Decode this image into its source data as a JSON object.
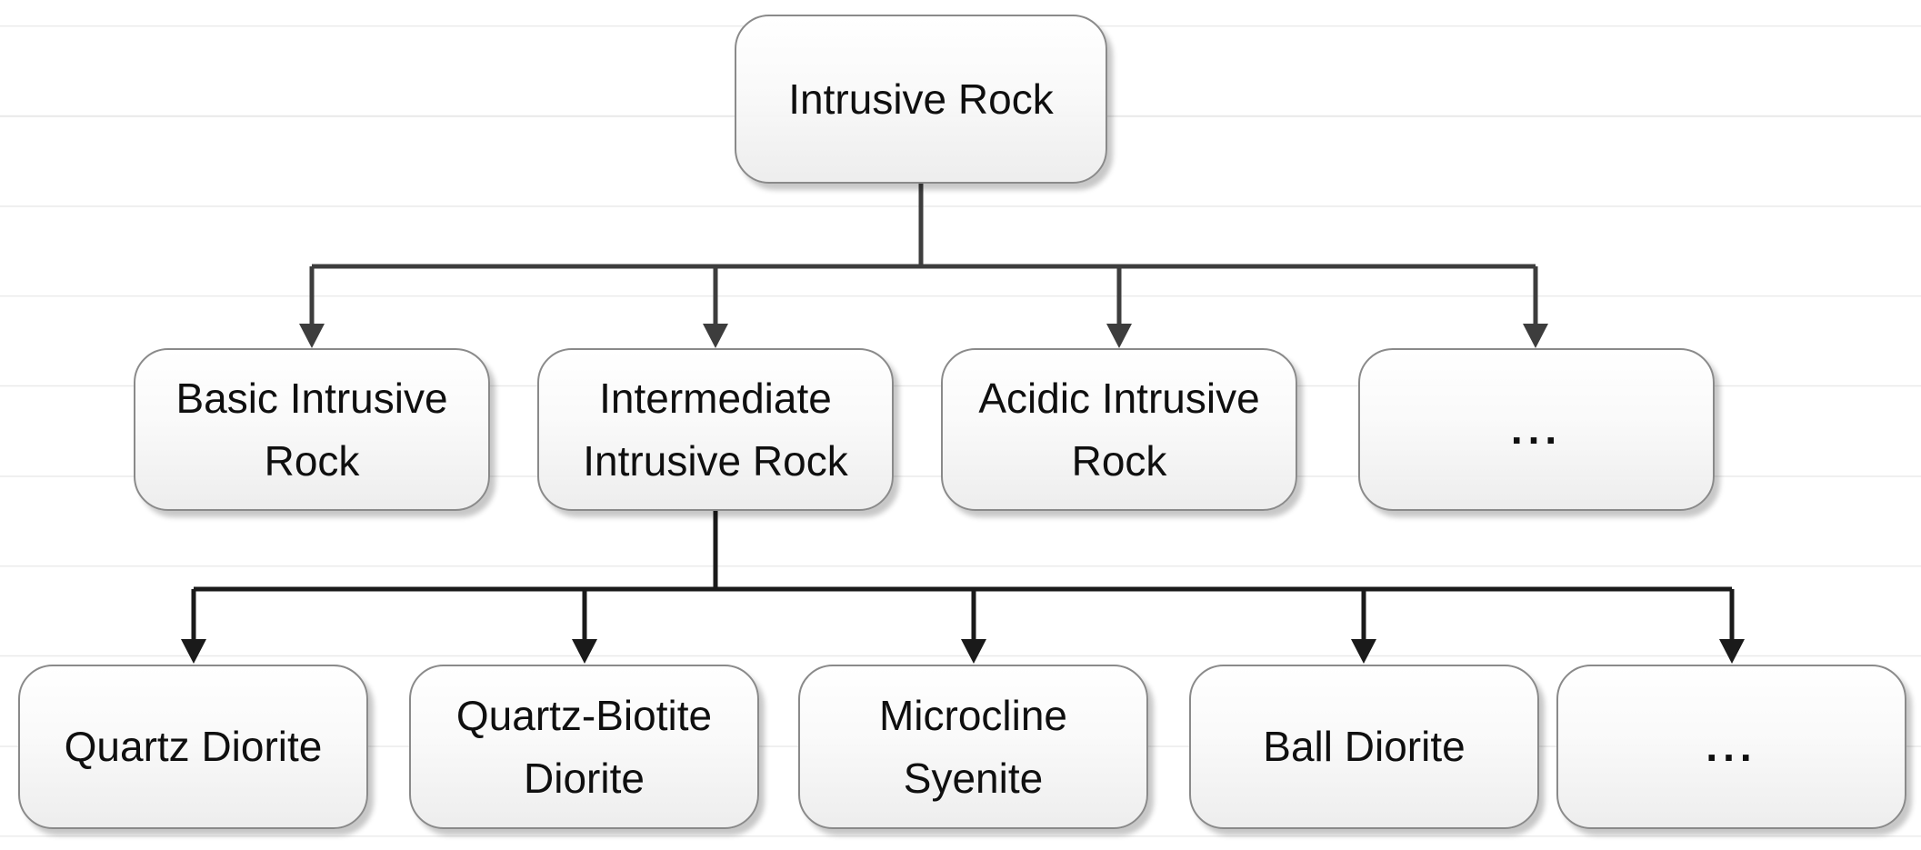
{
  "diagram": {
    "root": {
      "label": "Intrusive Rock"
    },
    "level2": [
      {
        "label": "Basic Intrusive Rock"
      },
      {
        "label": "Intermediate Intrusive Rock"
      },
      {
        "label": "Acidic Intrusive Rock"
      },
      {
        "label": "..."
      }
    ],
    "level3": [
      {
        "label": "Quartz Diorite"
      },
      {
        "label": "Quartz-Biotite Diorite"
      },
      {
        "label": "Microcline Syenite"
      },
      {
        "label": "Ball Diorite"
      },
      {
        "label": "..."
      }
    ]
  },
  "colors": {
    "background": "#ffffff",
    "gridline": "#e9e9e9",
    "box_border": "#8a8a8a",
    "box_fill_top": "#ffffff",
    "box_fill_bottom": "#ebebeb",
    "text": "#0f0f0f",
    "connector_level1": "#3d3d3d",
    "connector_level2": "#1a1a1a"
  }
}
